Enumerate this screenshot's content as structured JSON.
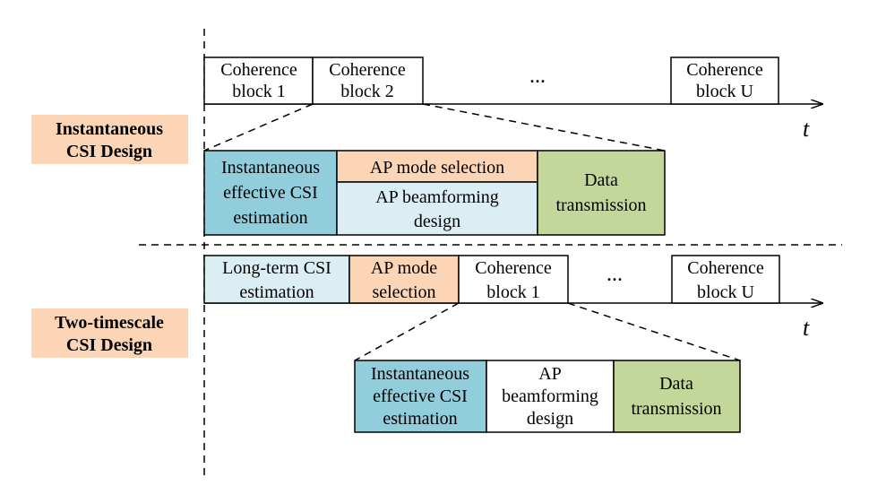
{
  "colors": {
    "orange": "#fbd5b5",
    "light_blue": "#dbeef3",
    "teal_blue": "#92cddc",
    "green": "#c4d79b",
    "white": "#ffffff"
  },
  "axis_label": "t",
  "ellipsis": "...",
  "top": {
    "label": [
      "Instantaneous",
      "CSI Design"
    ],
    "blocks": {
      "coherence_1": [
        "Coherence",
        "block 1"
      ],
      "coherence_2": [
        "Coherence",
        "block 2"
      ],
      "coherence_u": [
        "Coherence",
        "block U"
      ]
    },
    "zoom": {
      "estimation": [
        "Instantaneous",
        "effective CSI",
        "estimation"
      ],
      "mode_selection": "AP mode selection",
      "beamforming": [
        "AP beamforming",
        "design"
      ],
      "data": [
        "Data",
        "transmission"
      ]
    }
  },
  "bottom": {
    "label": [
      "Two-timescale",
      "CSI Design"
    ],
    "blocks": {
      "long_term": [
        "Long-term CSI",
        "estimation"
      ],
      "mode_selection": [
        "AP mode",
        "selection"
      ],
      "coherence_1": [
        "Coherence",
        "block 1"
      ],
      "coherence_u": [
        "Coherence",
        "block U"
      ]
    },
    "zoom": {
      "estimation": [
        "Instantaneous",
        "effective CSI",
        "estimation"
      ],
      "beamforming": [
        "AP",
        "beamforming",
        "design"
      ],
      "data": [
        "Data",
        "transmission"
      ]
    }
  }
}
